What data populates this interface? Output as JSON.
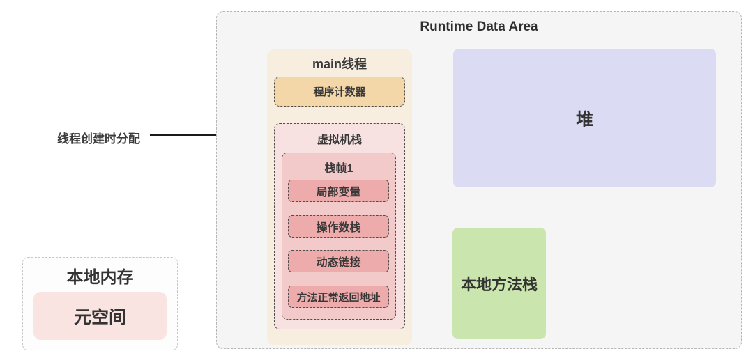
{
  "annotation": {
    "label": "线程创建时分配"
  },
  "native_memory": {
    "title": "本地内存",
    "metaspace_label": "元空间"
  },
  "runtime_area": {
    "title": "Runtime Data Area",
    "thread": {
      "title": "main线程",
      "program_counter_label": "程序计数器",
      "vm_stack": {
        "title": "虚拟机栈",
        "frame": {
          "title": "栈帧1",
          "items": [
            {
              "label": "局部变量"
            },
            {
              "label": "操作数栈"
            },
            {
              "label": "动态链接"
            },
            {
              "label": "方法正常返回地址"
            }
          ]
        }
      }
    },
    "heap_label": "堆",
    "native_method_stack_label": "本地方法栈"
  },
  "colors": {
    "runtime_bg": "#f5f5f6",
    "thread_column_bg": "#f7eee0",
    "program_counter_bg": "#f3d7a8",
    "vm_stack_bg": "#f8e2e1",
    "stack_frame_bg": "#f2caca",
    "frame_item_bg": "#eeabab",
    "heap_bg": "#dbdcf3",
    "native_method_stack_bg": "#cae5ad",
    "metaspace_bg": "#f9e4e2",
    "dark_dash_border": "#4d4d4d",
    "light_dash_border": "#b5b5b5",
    "arrow": "#1a1a1a",
    "text": "#383838"
  }
}
